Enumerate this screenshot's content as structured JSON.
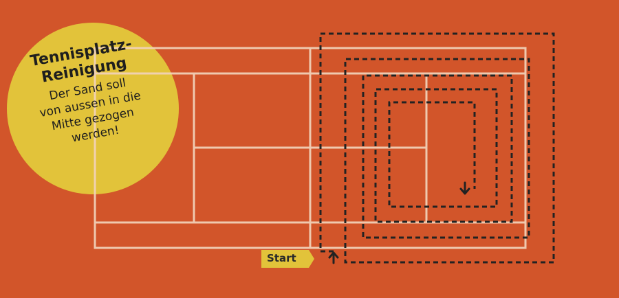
{
  "badge": {
    "title_line1": "Tennisplatz-",
    "title_line2": "Reinigung",
    "text_line1": "Der Sand soll",
    "text_line2": "von aussen in die",
    "text_line3": "Mitte gezogen",
    "text_line4": "werden!"
  },
  "start_label": "Start",
  "colors": {
    "court": "#d2552a",
    "lines": "#f2d3bb",
    "badge": "#e2c33a",
    "path": "#222222"
  }
}
